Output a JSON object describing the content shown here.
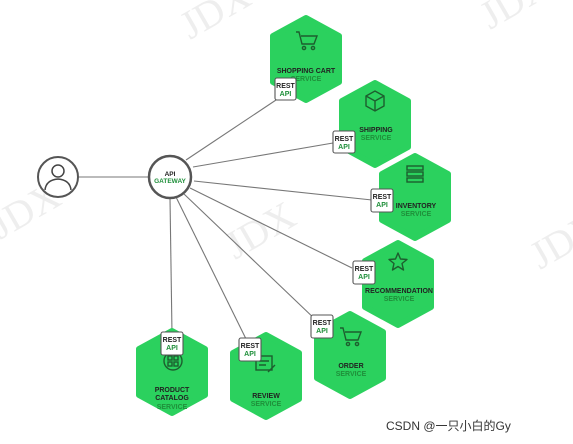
{
  "gateway": {
    "line1": "API",
    "line2": "GATEWAY"
  },
  "rest": {
    "line1": "REST",
    "line2": "API"
  },
  "services": [
    {
      "id": "shopping-cart",
      "line1": "SHOPPING CART",
      "line2": "SERVICE",
      "icon": "cart-icon"
    },
    {
      "id": "shipping",
      "line1": "SHIPPING",
      "line2": "SERVICE",
      "icon": "box-icon"
    },
    {
      "id": "inventory",
      "line1": "INVENTORY",
      "line2": "SERVICE",
      "icon": "stack-icon"
    },
    {
      "id": "recommendation",
      "line1": "RECOMMENDATION",
      "line2": "SERVICE",
      "icon": "star-icon"
    },
    {
      "id": "order",
      "line1": "ORDER",
      "line2": "SERVICE",
      "icon": "cart-icon"
    },
    {
      "id": "review",
      "line1": "REVIEW",
      "line2": "SERVICE",
      "icon": "review-icon"
    },
    {
      "id": "product-catalog",
      "line1": "PRODUCT",
      "line1b": "CATALOG",
      "line2": "SERVICE",
      "icon": "catalog-icon"
    }
  ],
  "watermark": "JDX",
  "footer": "CSDN @一只小白的Gy",
  "colors": {
    "green": "#2bd15e",
    "green_dark": "#1f8f3a",
    "line": "#777777"
  }
}
